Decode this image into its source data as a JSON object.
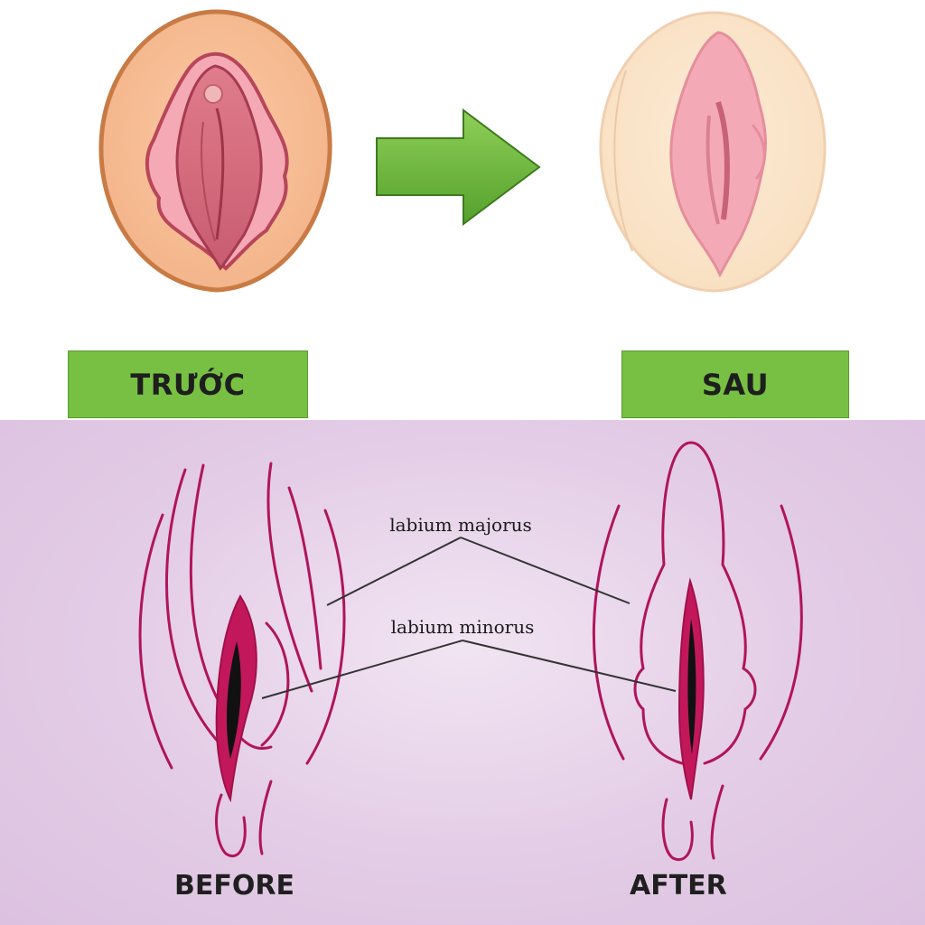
{
  "labels": {
    "before_vi": "TRƯỚC",
    "after_vi": "SAU",
    "before_en": "BEFORE",
    "after_en": "AFTER"
  },
  "annotations": {
    "majorus": "labium majorus",
    "minorus": "labium minorus"
  },
  "colors": {
    "label_green": "#77c043",
    "arrow_green": "#6cb33f",
    "line_magenta": "#b0155c",
    "background_purple": "#dfc8e3"
  },
  "icons": {
    "arrow": "right-arrow-icon"
  }
}
